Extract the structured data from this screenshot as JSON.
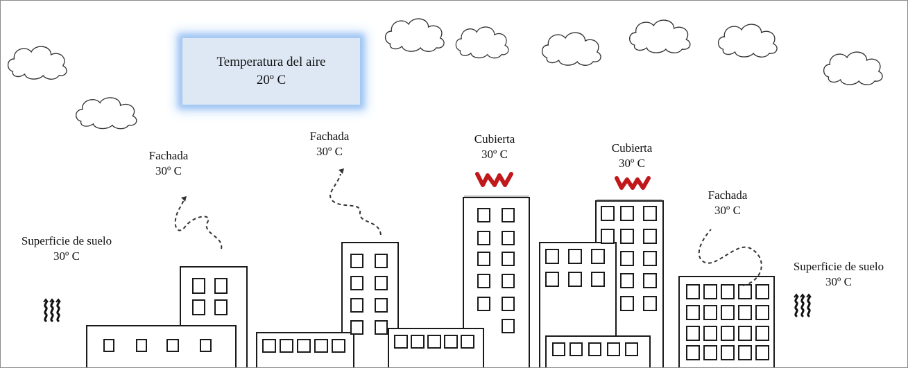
{
  "air": {
    "label": "Temperatura del aire",
    "value": "20º C"
  },
  "labels": {
    "ground_left": {
      "label": "Superficie de suelo",
      "value": "30º C"
    },
    "facade_1": {
      "label": "Fachada",
      "value": "30º C"
    },
    "facade_2": {
      "label": "Fachada",
      "value": "30º C"
    },
    "roof_1": {
      "label": "Cubierta",
      "value": "30º C"
    },
    "roof_2": {
      "label": "Cubierta",
      "value": "30º C"
    },
    "facade_3": {
      "label": "Fachada",
      "value": "30º C"
    },
    "ground_right": {
      "label": "Superficie de suelo",
      "value": "30º C"
    }
  },
  "colors": {
    "air_glow": "#9fc6f3",
    "air_fill": "#dde8f4",
    "heat": "#c0181b",
    "line": "#1a1a1a"
  },
  "icons": {
    "heat_wave": "heat-wave-icon",
    "cloud": "cloud-icon",
    "ground_heat": "ground-heat-icon",
    "dashed_arrow": "dashed-arrow-icon"
  }
}
